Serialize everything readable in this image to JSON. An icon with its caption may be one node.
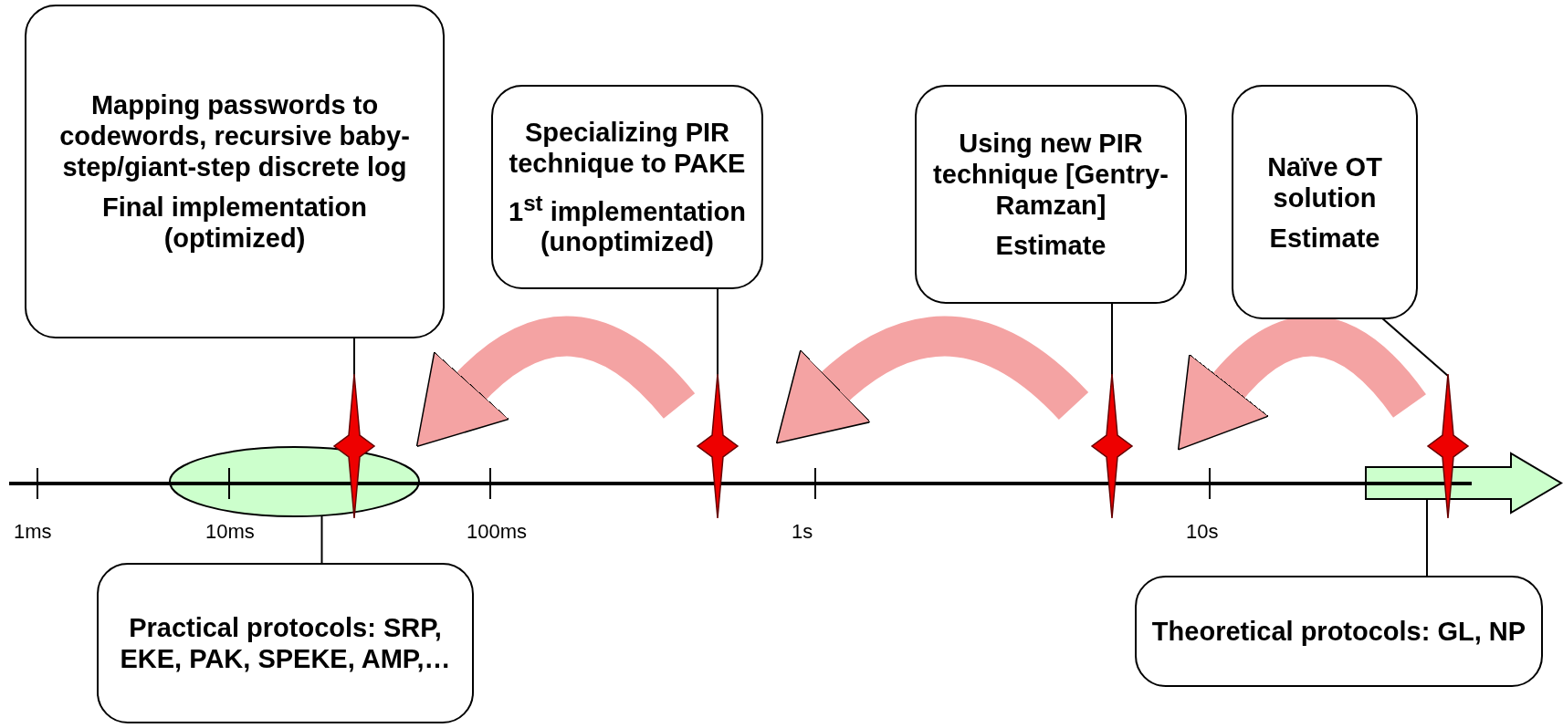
{
  "diagram": {
    "nodes": [
      {
        "text": [
          "Mapping passwords to codewords, recursive baby-step/giant-step discrete log",
          "Final implementation (optimized)"
        ]
      },
      {
        "text": [
          "Specializing PIR technique to PAKE",
          "1$^{st}$ implementation (unoptimized)"
        ]
      },
      {
        "text": [
          "Using new PIR technique [Gentry-Ramzan]",
          "Estimate"
        ]
      },
      {
        "text": [
          "Naïve OT solution",
          "Estimate"
        ]
      },
      {
        "text": [],
        "shape": "star"
      },
      {
        "text": [],
        "shape": "star"
      },
      {
        "text": [],
        "shape": "star"
      },
      {
        "text": [],
        "shape": "star"
      },
      {
        "text": [],
        "shape": "ellipse"
      },
      {
        "text": [],
        "shape": "arrow"
      },
      {
        "text": [
          "Practical protocols: SRP, EKE, PAK, SPEKE, AMP,…"
        ]
      },
      {
        "text": [
          "Theoretical protocols: GL, NP"
        ]
      }
    ],
    "edges": [
      {
        "from": 0,
        "to": 4,
        "arrow": "none"
      },
      {
        "from": 1,
        "to": 5,
        "arrow": "none"
      },
      {
        "from": 2,
        "to": 6,
        "arrow": "none"
      },
      {
        "from": 3,
        "to": 7,
        "arrow": "none"
      },
      {
        "from": 5,
        "to": 4,
        "arrow": "to",
        "style": "thick",
        "color": "#f4a3a3"
      },
      {
        "from": 6,
        "to": 5,
        "arrow": "to",
        "style": "thick",
        "color": "#f4a3a3"
      },
      {
        "from": 7,
        "to": 6,
        "arrow": "to",
        "style": "thick",
        "color": "#f4a3a3"
      },
      {
        "from": 10,
        "to": 8,
        "arrow": "none"
      },
      {
        "from": 11,
        "to": 9,
        "arrow": "none"
      }
    ],
    "labels": [
      "1ms",
      "10ms",
      "100ms",
      "1s",
      "10s"
    ]
  }
}
